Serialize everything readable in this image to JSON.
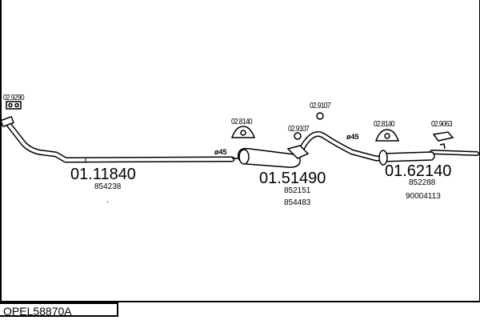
{
  "diagram_code": "OPEL58870A",
  "parts": [
    {
      "number": "01.11840",
      "refs": [
        "854238"
      ]
    },
    {
      "number": "01.51490",
      "refs": [
        "852151",
        "854483"
      ]
    },
    {
      "number": "01.62140",
      "refs": [
        "852288",
        "90004113"
      ]
    }
  ],
  "accessories": [
    "02.9290",
    "02.8140",
    "02.9107",
    "02.9107",
    "02.8140",
    "02.9063"
  ],
  "diameters": [
    "ø45",
    "ø45"
  ],
  "dot": "."
}
